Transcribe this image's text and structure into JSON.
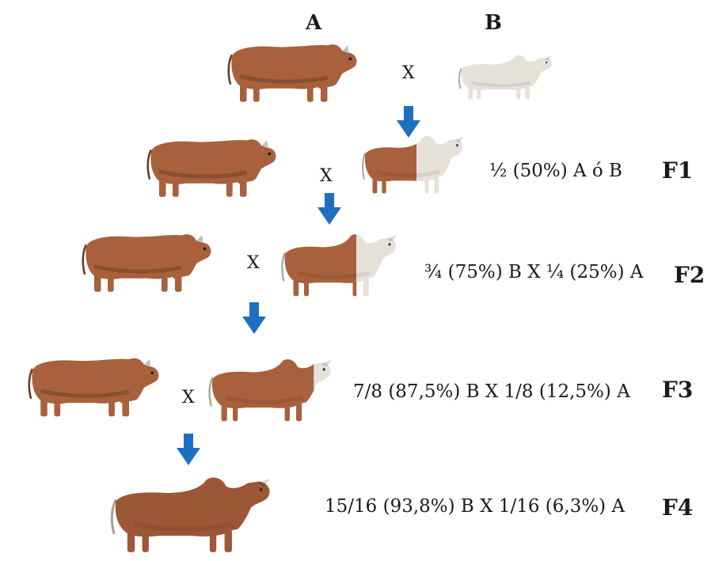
{
  "headers": {
    "a": "A",
    "b": "B"
  },
  "cross_symbol": "X",
  "generations": [
    {
      "label": "F1",
      "ratio": "½  (50%) A ó B"
    },
    {
      "label": "F2",
      "ratio": "¾  (75%) B X ¼ (25%) A"
    },
    {
      "label": "F3",
      "ratio": "7/8 (87,5%) B X 1/8 (12,5%) A"
    },
    {
      "label": "F4",
      "ratio": "15/16 (93,8%) B X 1/16 (6,3%) A"
    }
  ],
  "colors": {
    "breed_a_coat": "#a8613c",
    "breed_b_coat": "#e6e2da",
    "arrow": "#1f6fc0"
  }
}
